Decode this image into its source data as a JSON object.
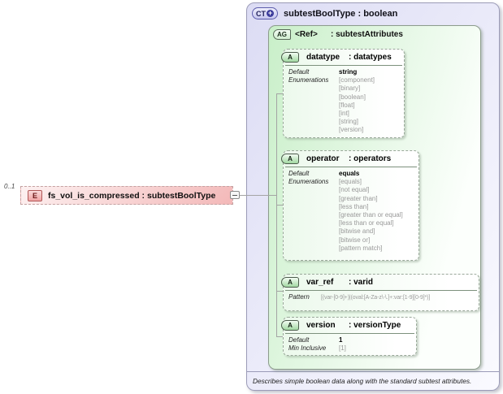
{
  "palette": {
    "ct-fill-a": "#dcdcf4",
    "ct-fill-b": "#fafaff",
    "ct-border": "#9c9cb8",
    "ag-fill-a": "#c9efc9",
    "ag-fill-b": "#fcfffc",
    "ag-border": "#8c9c8c",
    "attr-border": "#9aa89a",
    "elem-fill-a": "#fdf1f1",
    "elem-fill-b": "#f3b8b8",
    "elem-border": "#c4a2a2",
    "badge-navy": "#3c3c9c",
    "line-gray": "#a4a4a4"
  },
  "icons": {
    "expand_glyph": "+"
  },
  "element": {
    "cardinality": "0..1",
    "badge": "E",
    "label": "fs_vol_is_compressed : subtestBoolType"
  },
  "complex_type": {
    "badge": "CT",
    "title": "subtestBoolType : boolean",
    "annotation": "Describes simple boolean data along with the standard subtest attributes.",
    "attribute_group": {
      "badge": "AG",
      "name": "<Ref>",
      "type": ": subtestAttributes",
      "attributes": [
        {
          "badge": "A",
          "name": "datatype",
          "type": ": datatypes",
          "prop_names": [
            "Default",
            "Enumerations"
          ],
          "prop_values": [
            "string",
            "[component]",
            "[binary]",
            "[boolean]",
            "[float]",
            "[int]",
            "[string]",
            "[version]"
          ]
        },
        {
          "badge": "A",
          "name": "operator",
          "type": ": operators",
          "prop_names": [
            "Default",
            "Enumerations"
          ],
          "prop_values": [
            "equals",
            "[equals]",
            "[not equal]",
            "[greater than]",
            "[less than]",
            "[greater than or equal]",
            "[less than or equal]",
            "[bitwise and]",
            "[bitwise or]",
            "[pattern match]"
          ]
        },
        {
          "badge": "A",
          "name": "var_ref",
          "type": ": varid",
          "prop_names": [
            "Pattern"
          ],
          "prop_values": [
            "[(var-[0-9]+)|(oval:[A-Za-z\\-\\.]+:var:[1-9][0-9]*)]"
          ]
        },
        {
          "badge": "A",
          "name": "version",
          "type": ": versionType",
          "prop_names": [
            "Default",
            "Min Inclusive"
          ],
          "prop_values": [
            "1",
            "[1]"
          ]
        }
      ]
    }
  }
}
